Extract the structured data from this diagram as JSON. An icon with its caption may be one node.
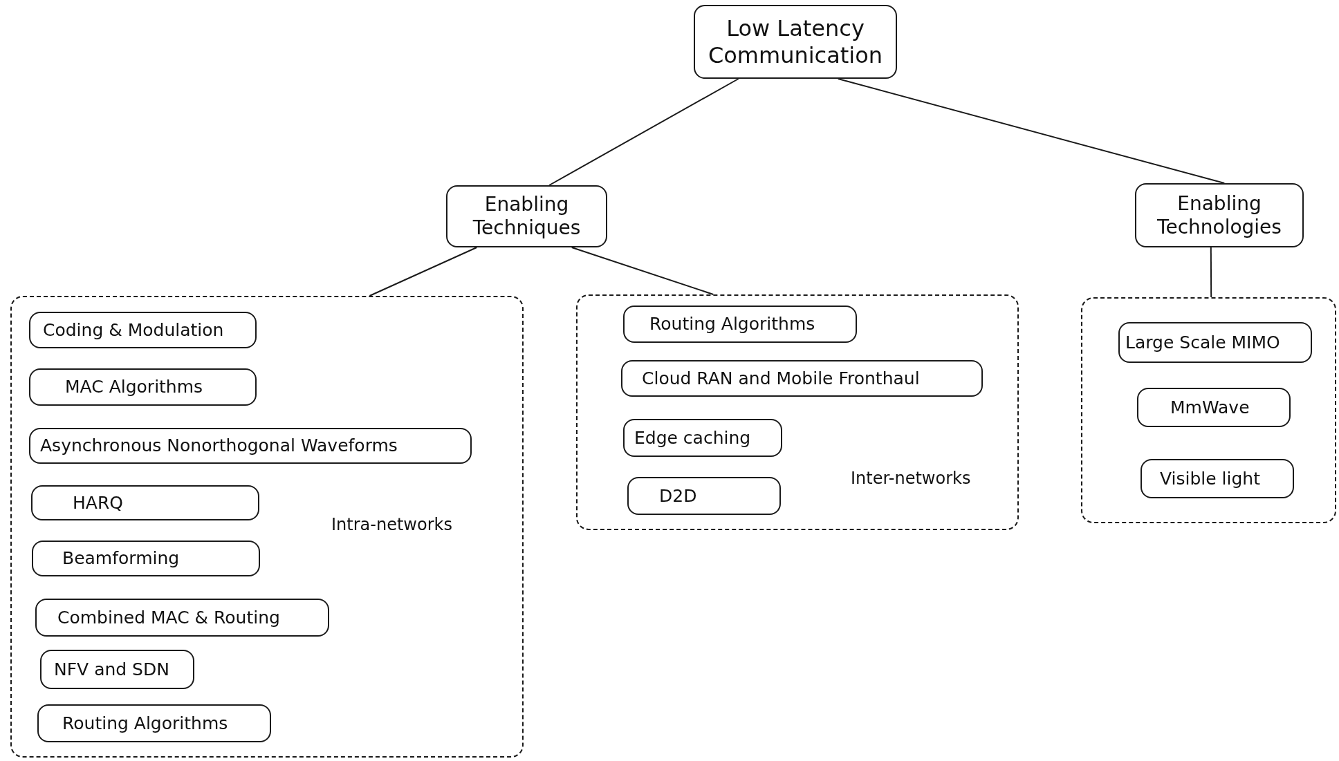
{
  "diagram": {
    "nodes": [
      {
        "text": [
          "Low Latency Communication"
        ]
      },
      {
        "text": [
          "Enabling Techniques"
        ]
      },
      {
        "text": [
          "Enabling Technologies"
        ]
      },
      {
        "text": [
          "Intra-networks"
        ]
      },
      {
        "text": [
          "Coding & Modulation"
        ],
        "in": 3
      },
      {
        "text": [
          "MAC Algorithms"
        ],
        "in": 3
      },
      {
        "text": [
          "Asynchronous Nonorthogonal Waveforms"
        ],
        "in": 3
      },
      {
        "text": [
          "HARQ"
        ],
        "in": 3
      },
      {
        "text": [
          "Beamforming"
        ],
        "in": 3
      },
      {
        "text": [
          "Combined MAC & Routing"
        ],
        "in": 3
      },
      {
        "text": [
          "NFV and SDN"
        ],
        "in": 3
      },
      {
        "text": [
          "Routing Algorithms"
        ],
        "in": 3
      },
      {
        "text": [
          "Inter-networks"
        ]
      },
      {
        "text": [
          "Routing Algorithms"
        ],
        "in": 12
      },
      {
        "text": [
          "Cloud RAN and Mobile Fronthaul"
        ],
        "in": 12
      },
      {
        "text": [
          "Edge caching"
        ],
        "in": 12
      },
      {
        "text": [
          "D2D"
        ],
        "in": 12
      },
      {
        "text": [],
        "shape": "box"
      },
      {
        "text": [
          "Large Scale MIMO"
        ],
        "in": 17
      },
      {
        "text": [
          "MmWave"
        ],
        "in": 17
      },
      {
        "text": [
          "Visible light"
        ],
        "in": 17
      }
    ],
    "edges": [
      {
        "from": 0,
        "to": 1,
        "arrow": "none"
      },
      {
        "from": 0,
        "to": 2,
        "arrow": "none"
      },
      {
        "from": 1,
        "to": 3,
        "arrow": "none"
      },
      {
        "from": 1,
        "to": 12,
        "arrow": "none"
      },
      {
        "from": 2,
        "to": 17,
        "arrow": "none"
      }
    ]
  }
}
